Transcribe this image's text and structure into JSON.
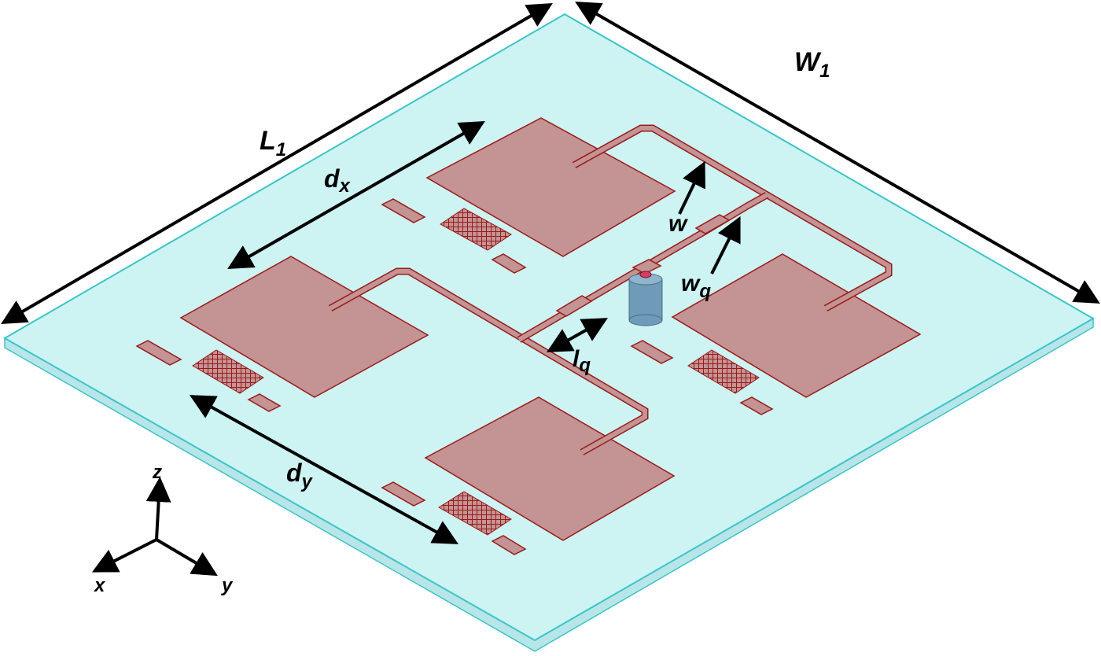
{
  "figure": {
    "labels": {
      "L": "L",
      "L_sub": "1",
      "W": "W",
      "W_sub": "1",
      "dx": "d",
      "dx_sub": "x",
      "dy": "d",
      "dy_sub": "y",
      "w": "w",
      "wq": "w",
      "wq_sub": "q",
      "lq": "l",
      "lq_sub": "q"
    },
    "axes": {
      "z": "z",
      "x": "x",
      "y": "y"
    },
    "colors": {
      "substrate": "#cdf3f3",
      "substrate_edge": "#3cc4c8",
      "patch": "#c49393",
      "copper_edge": "#9a1a1a",
      "probe": "#6f9ab8"
    }
  }
}
